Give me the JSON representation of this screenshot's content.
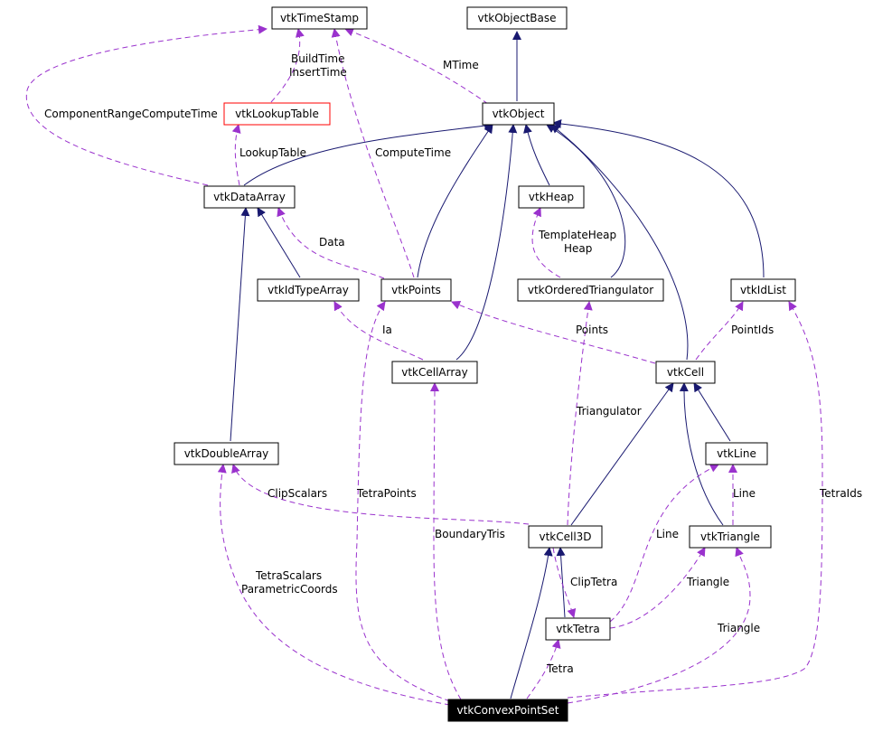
{
  "colors": {
    "inheritance": "#191970",
    "usage": "#9a32cd",
    "highlight_border": "#ff0000",
    "focus_fill": "#000000"
  },
  "nodes": {
    "vtkTimeStamp": "vtkTimeStamp",
    "vtkObjectBase": "vtkObjectBase",
    "vtkLookupTable": "vtkLookupTable",
    "vtkObject": "vtkObject",
    "vtkDataArray": "vtkDataArray",
    "vtkHeap": "vtkHeap",
    "vtkIdTypeArray": "vtkIdTypeArray",
    "vtkPoints": "vtkPoints",
    "vtkOrderedTriangulator": "vtkOrderedTriangulator",
    "vtkIdList": "vtkIdList",
    "vtkCellArray": "vtkCellArray",
    "vtkCell": "vtkCell",
    "vtkDoubleArray": "vtkDoubleArray",
    "vtkLine": "vtkLine",
    "vtkCell3D": "vtkCell3D",
    "vtkTriangle": "vtkTriangle",
    "vtkTetra": "vtkTetra",
    "vtkConvexPointSet": "vtkConvexPointSet"
  },
  "edge_labels": {
    "build_time": "BuildTime",
    "insert_time": "InsertTime",
    "mtime": "MTime",
    "component_range": "ComponentRangeComputeTime",
    "lookup_table": "LookupTable",
    "compute_time": "ComputeTime",
    "data": "Data",
    "template_heap": "TemplateHeap",
    "heap": "Heap",
    "ia": "Ia",
    "points": "Points",
    "point_ids": "PointIds",
    "triangulator": "Triangulator",
    "clip_scalars": "ClipScalars",
    "tetra_points": "TetraPoints",
    "boundary_tris": "BoundaryTris",
    "line": "Line",
    "line2": "Line",
    "tetra_ids": "TetraIds",
    "clip_tetra": "ClipTetra",
    "triangle": "Triangle",
    "triangle2": "Triangle",
    "tetra_scalars": "TetraScalars",
    "parametric_coords": "ParametricCoords",
    "tetra": "Tetra"
  }
}
